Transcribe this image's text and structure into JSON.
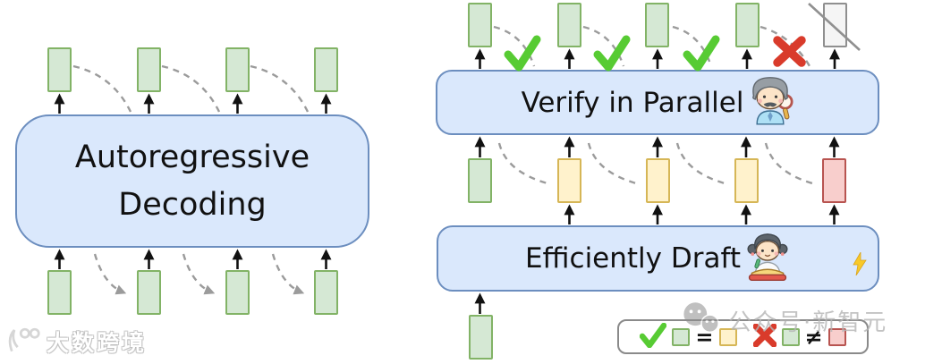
{
  "diagram": {
    "left": {
      "box_lines": [
        "Autoregressive",
        "Decoding"
      ]
    },
    "right": {
      "verify_label": "Verify in Parallel",
      "draft_label": "Efficiently Draft"
    }
  },
  "legend": {
    "equals": "=",
    "not_equals": "≠"
  },
  "watermarks": {
    "bottom_left": "大数跨境",
    "bottom_right": "公众号·新智元"
  },
  "icons": {
    "verify": "detective-with-magnifier",
    "draft": "girl-writing-book",
    "speed": "lightning-bolt",
    "accept": "green-checkmark",
    "reject": "red-cross",
    "skip": "crossed-out-token",
    "watermark_right": "wechat-logo"
  },
  "colors": {
    "token_green_fill": "#d5e8d4",
    "token_green_border": "#82b366",
    "token_yellow_fill": "#fff2cc",
    "token_yellow_border": "#d6b656",
    "token_red_fill": "#f8cecc",
    "token_red_border": "#b85450",
    "token_gray_fill": "#f5f5f5",
    "token_gray_border": "#8f8f8f",
    "box_fill": "#dae8fc",
    "box_border": "#6c8ebf",
    "check_green": "#57cb33",
    "cross_red": "#d93b2b",
    "dashed_gray": "#9b9b9b",
    "arrow_black": "#111111"
  }
}
